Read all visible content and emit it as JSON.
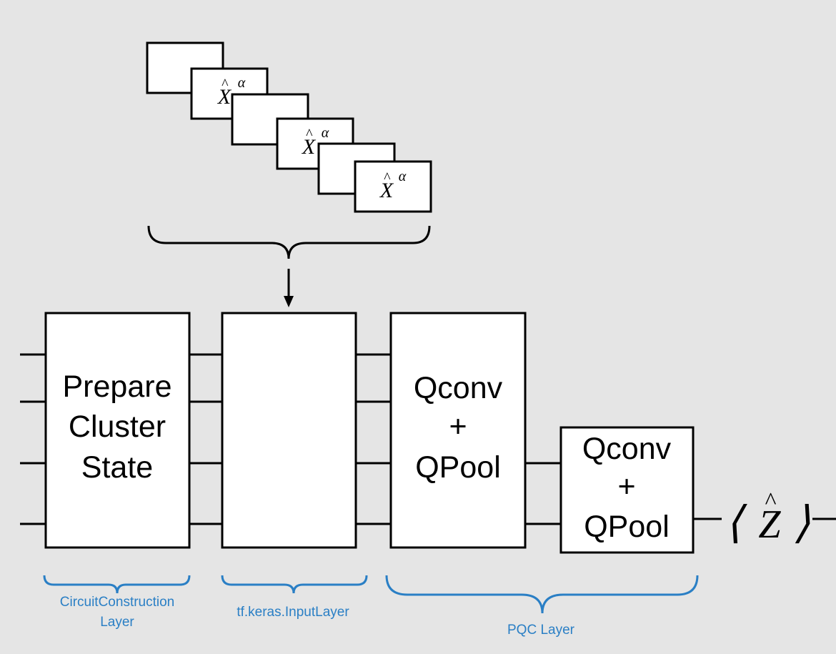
{
  "operator_cards": {
    "symbol": "X",
    "hat": "^",
    "superscript": "α"
  },
  "blocks": {
    "prepare": [
      "Prepare",
      "Cluster",
      "State"
    ],
    "input": [],
    "pqc1": [
      "Qconv",
      "+",
      "QPool"
    ],
    "pqc2": [
      "Qconv",
      "+",
      "QPool"
    ]
  },
  "output": {
    "left_bracket": "⟨",
    "symbol": "Z",
    "hat": "^",
    "right_bracket": "⟩"
  },
  "layer_labels": {
    "circuit_construction": [
      "CircuitConstruction",
      "Layer"
    ],
    "input_layer": [
      "tf.keras.InputLayer"
    ],
    "pqc": [
      "PQC Layer"
    ]
  },
  "colors": {
    "background": "#e5e5e5",
    "label_blue": "#2a7fc5",
    "stroke": "#000000",
    "box_fill": "#ffffff"
  }
}
